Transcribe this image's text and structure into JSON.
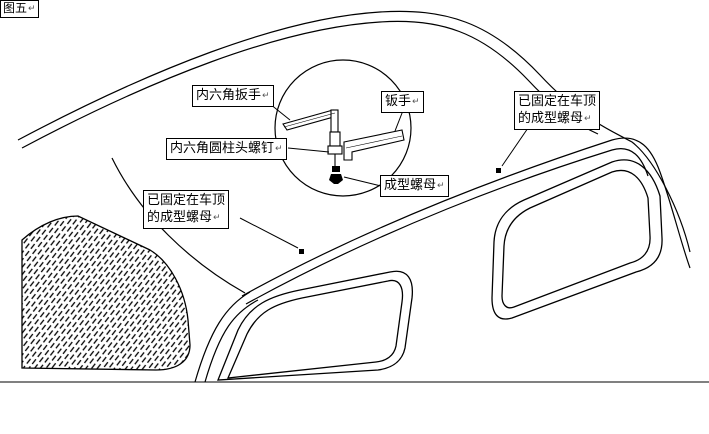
{
  "figure_label": "图五",
  "return_mark": "↵",
  "labels": {
    "hex_wrench": "内六角扳手",
    "spanner": "钣手",
    "hex_socket_screw": "内六角圆柱头螺钉",
    "formed_nut": "成型螺母",
    "fixed_nut_right_line1": "已固定在车顶",
    "fixed_nut_right_line2": "的成型螺母",
    "fixed_nut_left_line1": "已固定在车顶",
    "fixed_nut_left_line2": "的成型螺母"
  },
  "colors": {
    "ink": "#000000",
    "paper": "#ffffff"
  }
}
